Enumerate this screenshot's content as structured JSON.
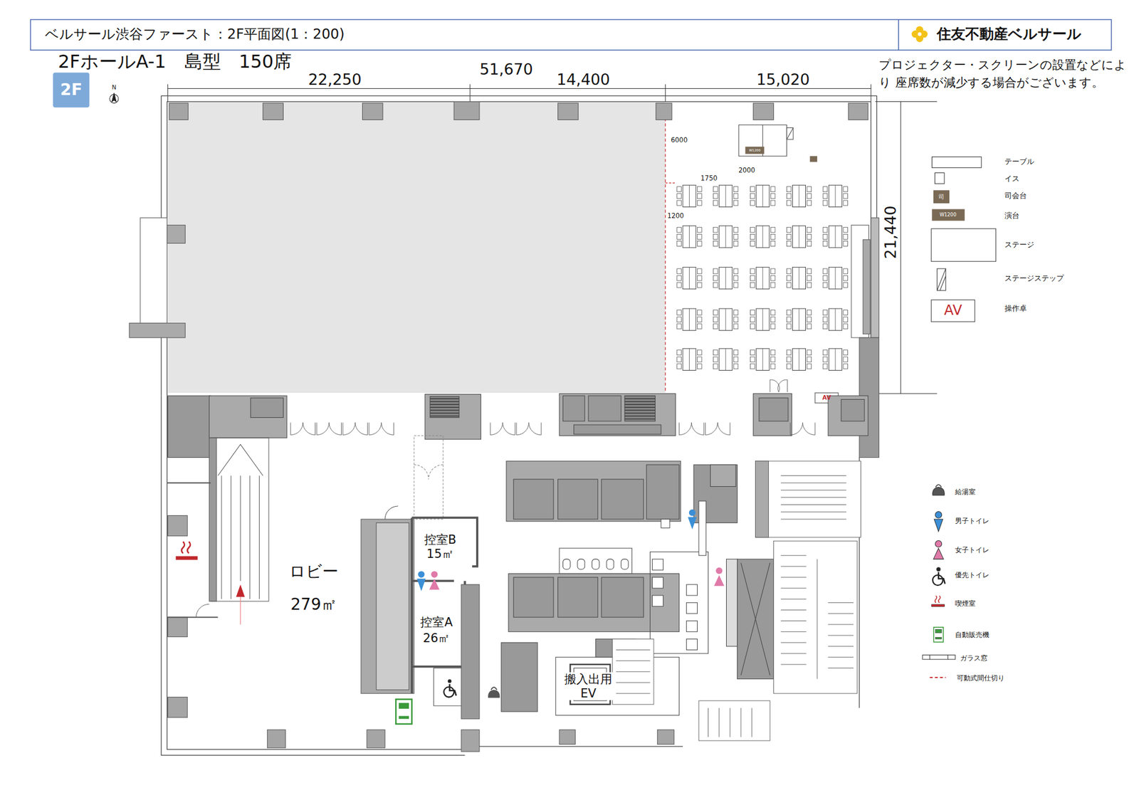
{
  "diagram": {
    "title": "ベルサール渋谷ファースト：2F平面図(1：200)",
    "nodes": [
      {
        "text": [
          "ロビー",
          "279㎡"
        ]
      },
      {
        "text": [
          "控室B",
          "15㎡"
        ]
      },
      {
        "text": [
          "控室A",
          "26㎡"
        ]
      },
      {
        "text": [
          "搬入出用 EV"
        ]
      }
    ],
    "labels": [
      "2FホールA-1　島型　150席",
      "2F",
      "N",
      "22,250",
      "51,670",
      "14,400",
      "15,020",
      "21,440",
      "プロジェクター・スクリーンの設置などにより 座席数が減少する場合がございます。",
      "6000",
      "1750",
      "2000",
      "1200",
      "W1200",
      "AV",
      "司",
      "W1200",
      "AV",
      "住友不動産ベルサール"
    ],
    "legend": [
      {
        "text": "テーブル"
      },
      {
        "text": "イス"
      },
      {
        "text": "司会台"
      },
      {
        "text": "演台"
      },
      {
        "text": "ステージ"
      },
      {
        "text": "ステージステップ"
      },
      {
        "text": "操作卓"
      },
      {
        "text": "給湯室"
      },
      {
        "text": "男子トイレ"
      },
      {
        "text": "女子トイレ"
      },
      {
        "text": "優先トイレ"
      },
      {
        "text": "喫煙室"
      },
      {
        "text": "自動販売機"
      },
      {
        "text": "ガラス窓"
      },
      {
        "text": "可動式間仕切り"
      }
    ]
  }
}
